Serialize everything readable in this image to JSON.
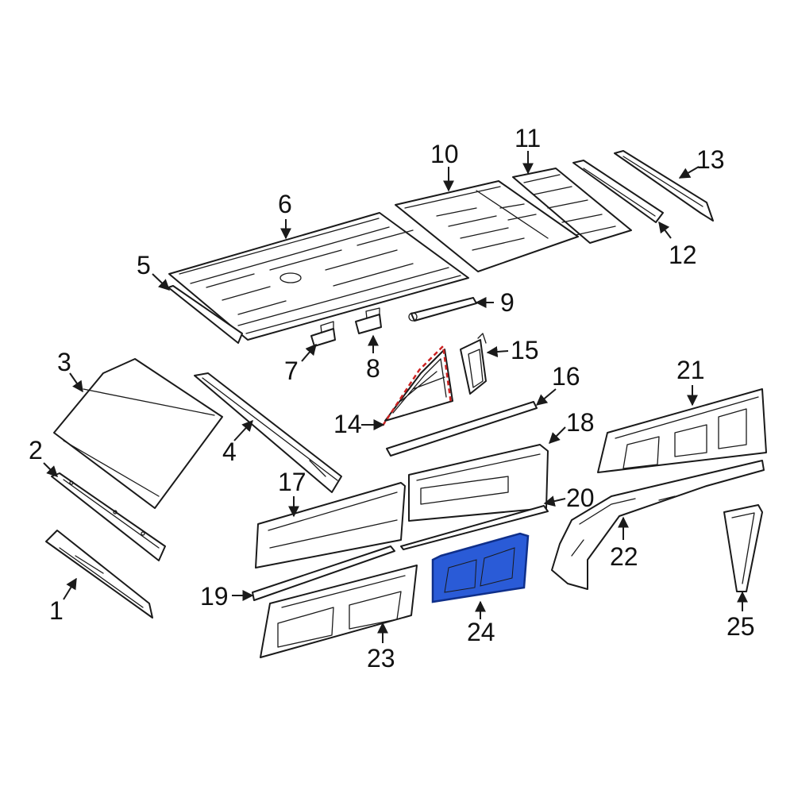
{
  "colors": {
    "line": "#1a1a1a",
    "highlight_fill": "#2a5bd7",
    "highlight_stroke": "#0f2f8a",
    "dashed_outline": "#cc2222"
  },
  "highlighted_part": "24",
  "outlined_part": "14",
  "callouts": [
    {
      "id": "1",
      "text": "1"
    },
    {
      "id": "2",
      "text": "2"
    },
    {
      "id": "3",
      "text": "3"
    },
    {
      "id": "4",
      "text": "4"
    },
    {
      "id": "5",
      "text": "5"
    },
    {
      "id": "6",
      "text": "6"
    },
    {
      "id": "7",
      "text": "7"
    },
    {
      "id": "8",
      "text": "8"
    },
    {
      "id": "9",
      "text": "9"
    },
    {
      "id": "10",
      "text": "10"
    },
    {
      "id": "11",
      "text": "11"
    },
    {
      "id": "12",
      "text": "12"
    },
    {
      "id": "13",
      "text": "13"
    },
    {
      "id": "14",
      "text": "14"
    },
    {
      "id": "15",
      "text": "15"
    },
    {
      "id": "16",
      "text": "16"
    },
    {
      "id": "17",
      "text": "17"
    },
    {
      "id": "18",
      "text": "18"
    },
    {
      "id": "19",
      "text": "19"
    },
    {
      "id": "20",
      "text": "20"
    },
    {
      "id": "21",
      "text": "21"
    },
    {
      "id": "22",
      "text": "22"
    },
    {
      "id": "23",
      "text": "23"
    },
    {
      "id": "24",
      "text": "24"
    },
    {
      "id": "25",
      "text": "25"
    }
  ]
}
